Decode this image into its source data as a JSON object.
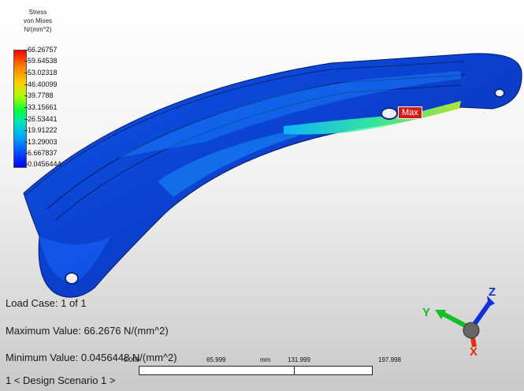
{
  "legend": {
    "title_lines": [
      "Stress",
      "von Mises",
      "N/(mm^2)"
    ],
    "ticks": [
      "66.26757",
      "59.64538",
      "53.02318",
      "46.40099",
      "39.7788",
      "33.15661",
      "26.53441",
      "19.91222",
      "13.29003",
      "6.667837",
      "0.0456444"
    ]
  },
  "markers": {
    "max_label": "Max"
  },
  "info": {
    "load_case": "Load Case: 1 of 1",
    "max_value": "Maximum Value: 66.2676 N/(mm^2)",
    "min_value": "Minimum Value: 0.0456448 N/(mm^2)",
    "scenario": "1 < Design Scenario 1 >"
  },
  "scale": {
    "ticks": [
      "0.000",
      "65.999",
      "131.999",
      "197.998"
    ],
    "unit": "mm"
  },
  "triad": {
    "x": "X",
    "y": "Y",
    "z": "Z"
  },
  "colors": {
    "max_tag": "#d61a1a",
    "part_base": "#0a3fd6",
    "part_edge": "#061f7a"
  }
}
